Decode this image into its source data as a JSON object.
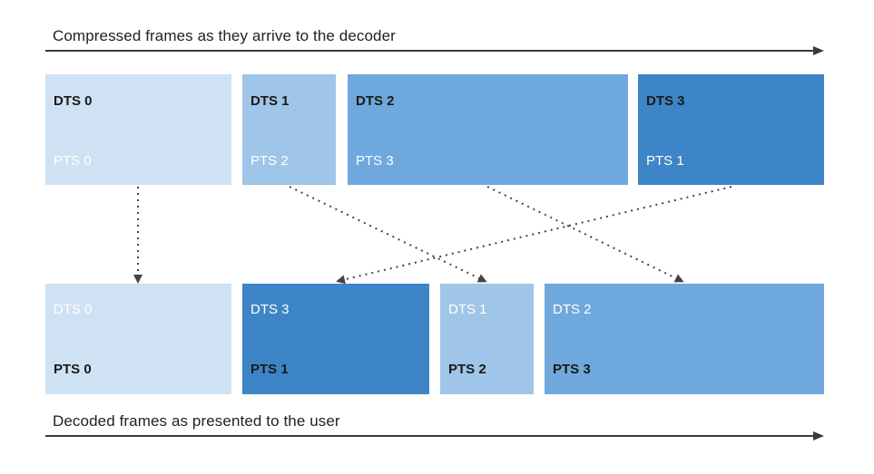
{
  "captions": {
    "top": "Compressed frames as they arrive to the decoder",
    "bottom": "Decoded frames as presented to the user"
  },
  "colors": {
    "frame0": "#cfe2f3",
    "frame1": "#9fc5e8",
    "frame2": "#6fa8dc",
    "frame3": "#3d85c6",
    "arrow": "#3a3a3a",
    "dotted": "#444444"
  },
  "decode_order": [
    {
      "dts": "DTS 0",
      "pts": "PTS 0"
    },
    {
      "dts": "DTS 1",
      "pts": "PTS 2"
    },
    {
      "dts": "DTS 2",
      "pts": "PTS 3"
    },
    {
      "dts": "DTS 3",
      "pts": "PTS 1"
    }
  ],
  "presentation_order": [
    {
      "dts": "DTS 0",
      "pts": "PTS 0"
    },
    {
      "dts": "DTS 3",
      "pts": "PTS 1"
    },
    {
      "dts": "DTS 1",
      "pts": "PTS 2"
    },
    {
      "dts": "DTS 2",
      "pts": "PTS 3"
    }
  ]
}
